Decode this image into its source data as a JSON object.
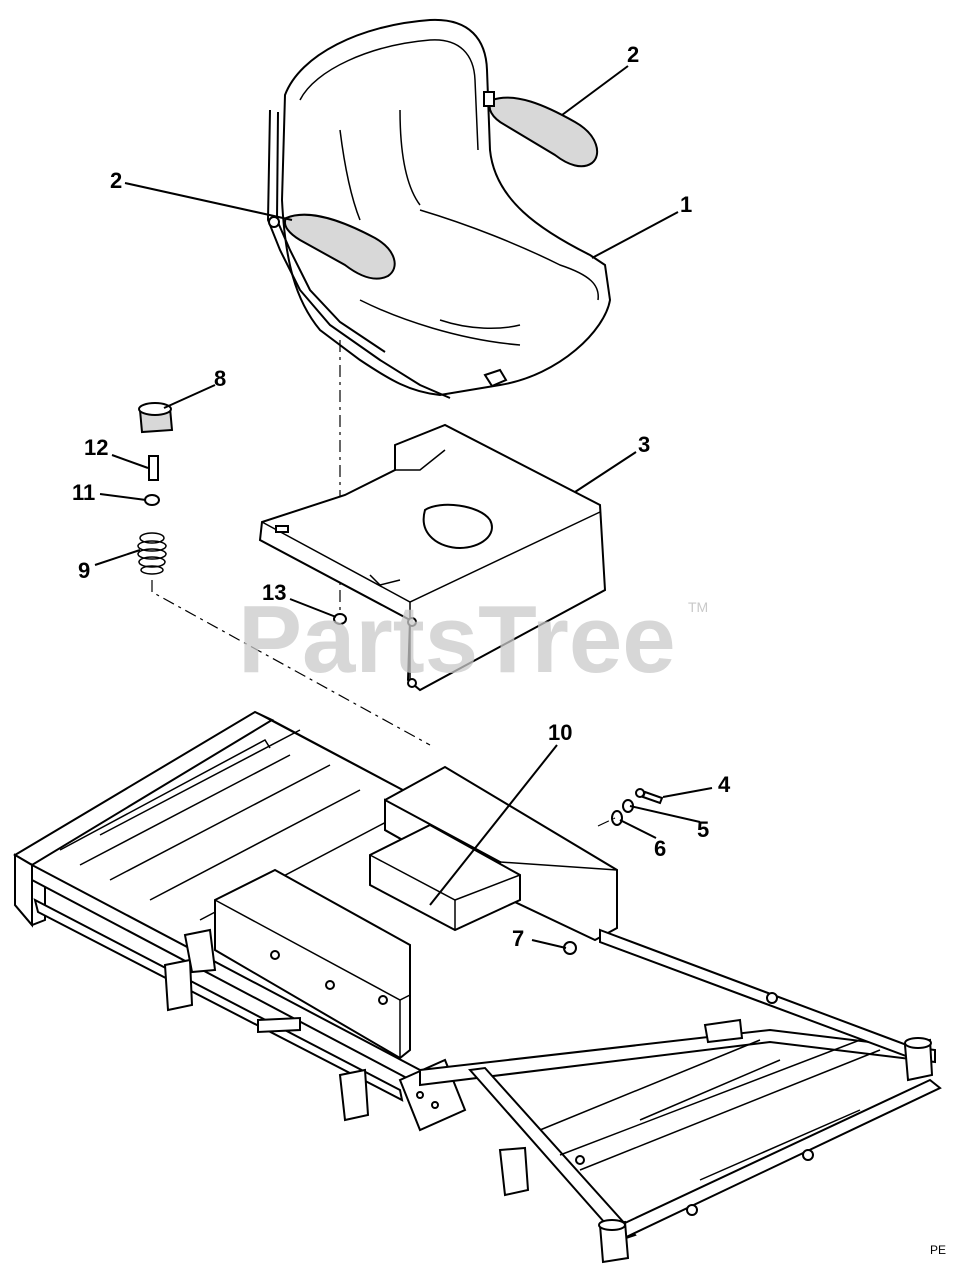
{
  "watermark": {
    "text": "PartsTree",
    "trademark": "TM"
  },
  "diagram_code": "PE",
  "callouts": [
    {
      "id": "callout-1",
      "label": "1"
    },
    {
      "id": "callout-2a",
      "label": "2"
    },
    {
      "id": "callout-2b",
      "label": "2"
    },
    {
      "id": "callout-3",
      "label": "3"
    },
    {
      "id": "callout-4",
      "label": "4"
    },
    {
      "id": "callout-5",
      "label": "5"
    },
    {
      "id": "callout-6",
      "label": "6"
    },
    {
      "id": "callout-7",
      "label": "7"
    },
    {
      "id": "callout-8",
      "label": "8"
    },
    {
      "id": "callout-9",
      "label": "9"
    },
    {
      "id": "callout-10",
      "label": "10"
    },
    {
      "id": "callout-11",
      "label": "11"
    },
    {
      "id": "callout-12",
      "label": "12"
    },
    {
      "id": "callout-13",
      "label": "13"
    }
  ]
}
